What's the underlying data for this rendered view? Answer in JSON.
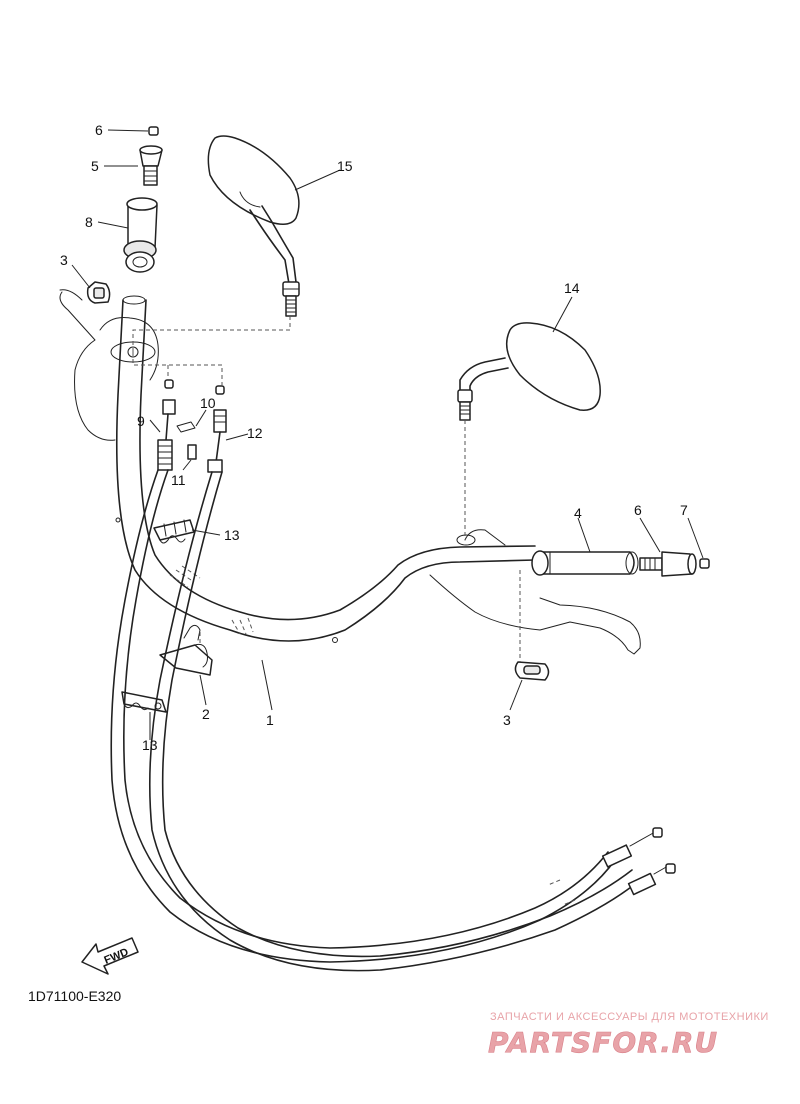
{
  "diagram": {
    "code": "1D71100-E320",
    "fwd_label": "FWD",
    "callouts": [
      {
        "id": "c1",
        "text": "1"
      },
      {
        "id": "c2",
        "text": "2"
      },
      {
        "id": "c3a",
        "text": "3"
      },
      {
        "id": "c3b",
        "text": "3"
      },
      {
        "id": "c4",
        "text": "4"
      },
      {
        "id": "c5a",
        "text": "5"
      },
      {
        "id": "c5b",
        "text": "5"
      },
      {
        "id": "c6a",
        "text": "6"
      },
      {
        "id": "c6b",
        "text": "6"
      },
      {
        "id": "c7",
        "text": "7"
      },
      {
        "id": "c8",
        "text": "8"
      },
      {
        "id": "c9",
        "text": "9"
      },
      {
        "id": "c10",
        "text": "10"
      },
      {
        "id": "c11",
        "text": "11"
      },
      {
        "id": "c12",
        "text": "12"
      },
      {
        "id": "c13",
        "text": "13"
      },
      {
        "id": "c14",
        "text": "14"
      },
      {
        "id": "c15",
        "text": "15"
      }
    ]
  },
  "watermark": {
    "tagline": "ЗАПЧАСТИ И АКСЕССУАРЫ ДЛЯ МОТОТЕХНИКИ",
    "logo": "PARTSFOR.RU"
  }
}
